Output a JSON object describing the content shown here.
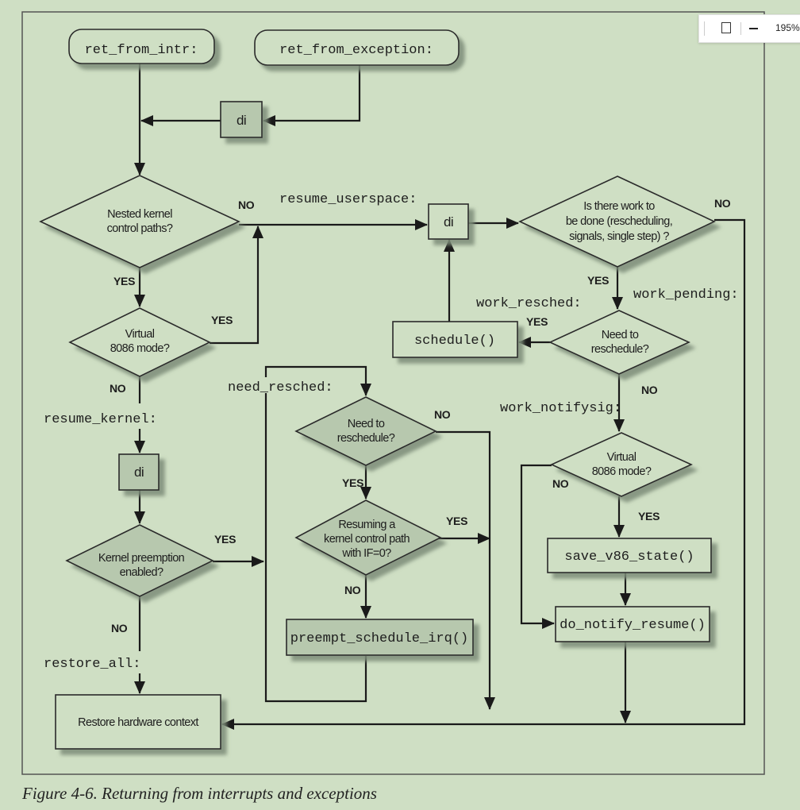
{
  "viewer": {
    "zoom_level": "195%",
    "fit_icon": "fit-page-icon",
    "zoom_out_icon": "minus-icon"
  },
  "colors": {
    "background": "#cfdfc4",
    "kernel_path_fill": "#b7c8ae",
    "line": "#1a1a1a"
  },
  "diagram": {
    "entry_intr": "ret_from_intr:",
    "entry_exception": "ret_from_exception:",
    "di": "di",
    "nested": [
      "Nested kernel",
      "control paths?"
    ],
    "virtual_left": [
      "Virtual",
      "8086 mode?"
    ],
    "resume_userspace": "resume_userspace:",
    "resume_kernel": "resume_kernel:",
    "kernel_preemption": [
      "Kernel preemption",
      "enabled?"
    ],
    "restore_all": "restore_all:",
    "restore_box": "Restore hardware context",
    "need_resched_label": "need_resched:",
    "need_resched_mid": [
      "Need to",
      "reschedule?"
    ],
    "resuming": [
      "Resuming a",
      "kernel control path",
      "with IF=0?"
    ],
    "preempt": "preempt_schedule_irq()",
    "work_question": [
      "Is there work to",
      "be done (rescheduling,",
      "signals, single step) ?"
    ],
    "work_pending": "work_pending:",
    "work_resched": "work_resched:",
    "need_resched_right": [
      "Need to",
      "reschedule?"
    ],
    "schedule": "schedule()",
    "work_notifysig": "work_notifysig:",
    "virtual_right": [
      "Virtual",
      "8086 mode?"
    ],
    "save_v86": "save_v86_state()",
    "do_notify": "do_notify_resume()",
    "yes": "YES",
    "no": "NO"
  },
  "caption": "Figure 4-6. Returning from interrupts and exceptions"
}
